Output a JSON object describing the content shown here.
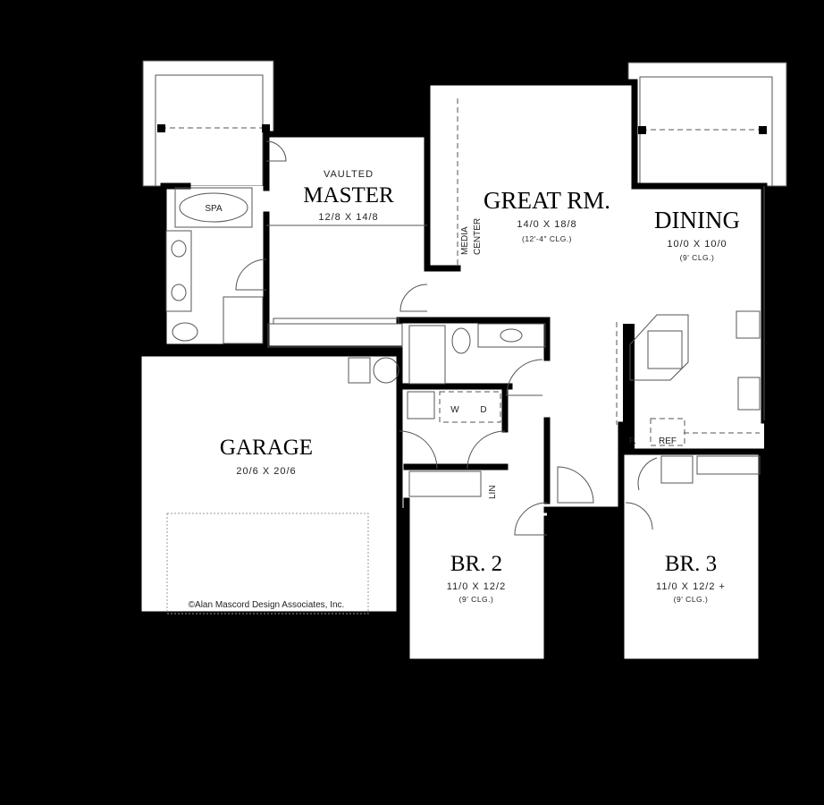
{
  "rooms": {
    "master": {
      "prefix": "VAULTED",
      "name": "MASTER",
      "size": "12/8 X 14/8"
    },
    "spa": {
      "name": "SPA"
    },
    "great_room": {
      "name": "GREAT RM.",
      "size": "14/0 X 18/8",
      "ceiling": "(12'-4\" CLG.)"
    },
    "media_center": {
      "line1": "MEDIA",
      "line2": "CENTER"
    },
    "dining": {
      "name": "DINING",
      "size": "10/0 X 10/0",
      "ceiling": "(9' CLG.)"
    },
    "garage": {
      "name": "GARAGE",
      "size": "20/6 X 20/6"
    },
    "laundry": {
      "washer": "W",
      "dryer": "D"
    },
    "linen": {
      "name": "LIN"
    },
    "pantry": {
      "name": "P."
    },
    "refrigerator": {
      "name": "REF"
    },
    "bedroom2": {
      "name": "BR. 2",
      "size": "11/0 X 12/2",
      "ceiling": "(9' CLG.)"
    },
    "bedroom3": {
      "name": "BR. 3",
      "size": "11/0 X 12/2 +",
      "ceiling": "(9' CLG.)"
    }
  },
  "copyright": "©Alan Mascord Design Associates, Inc.",
  "colors": {
    "background": "#000000",
    "floor": "#ffffff",
    "walls": "#000000",
    "fixtures": "#555555"
  }
}
